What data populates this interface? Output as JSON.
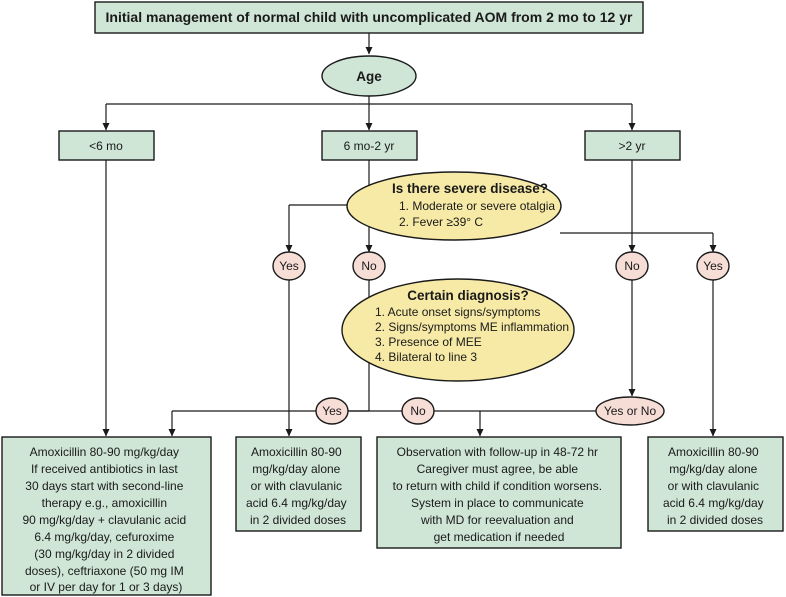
{
  "title": "Initial management of normal child with uncomplicated AOM from 2 mo to 12 yr",
  "age_label": "Age",
  "age_groups": [
    "<6 mo",
    "6 mo-2 yr",
    ">2 yr"
  ],
  "severe": {
    "question": "Is there severe disease?",
    "items": [
      "1. Moderate or severe otalgia",
      "2. Fever ≥39° C"
    ]
  },
  "certain": {
    "question": "Certain diagnosis?",
    "items": [
      "1. Acute onset signs/symptoms",
      "2. Signs/symptoms ME inflammation",
      "3. Presence of MEE",
      "4. Bilateral to line 3"
    ]
  },
  "answers": {
    "yes_left": "Yes",
    "no_left": "No",
    "no_right": "No",
    "yes_right": "Yes",
    "yes_center": "Yes",
    "no_center": "No",
    "yes_or_no": "Yes or No"
  },
  "outcomes": {
    "under6": [
      "Amoxicillin 80-90 mg/kg/day",
      "If received antibiotics in last",
      "30 days start with second-line",
      "therapy e.g., amoxicillin",
      "90 mg/kg/day + clavulanic acid",
      "6.4 mg/kg/day, cefuroxime",
      "(30 mg/kg/day in 2 divided",
      "doses), ceftriaxone (50 mg IM",
      "or IV per day for 1 or 3 days)"
    ],
    "amox_left": [
      "Amoxicillin 80-90",
      "mg/kg/day alone",
      "or with clavulanic",
      "acid 6.4 mg/kg/day",
      "in 2 divided doses"
    ],
    "observation": [
      "Observation with follow-up in 48-72 hr",
      "Caregiver must agree, be able",
      "to return with child if condition worsens.",
      "System in place to communicate",
      "with MD for reevaluation and",
      "get medication if needed"
    ],
    "amox_right": [
      "Amoxicillin 80-90",
      "mg/kg/day alone",
      "or with clavulanic",
      "acid 6.4 mg/kg/day",
      "in 2 divided doses"
    ]
  }
}
